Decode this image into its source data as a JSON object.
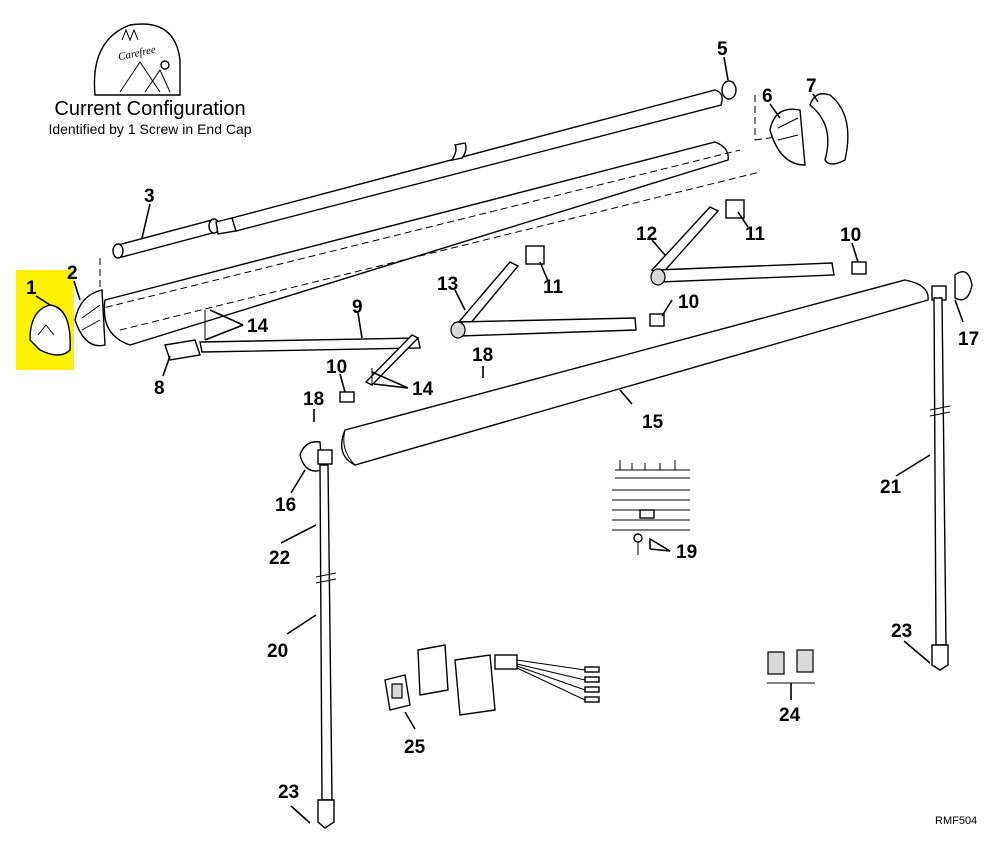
{
  "caption": {
    "title": "Current Configuration",
    "subtitle": "Identified by 1 Screw in End Cap",
    "logo_text": "Carefree"
  },
  "diagram_code": "RMF504",
  "highlight_color": "#fff200",
  "callouts": [
    {
      "id": "c1",
      "label": "1",
      "highlighted": true
    },
    {
      "id": "c2",
      "label": "2"
    },
    {
      "id": "c3",
      "label": "3"
    },
    {
      "id": "c5",
      "label": "5"
    },
    {
      "id": "c6",
      "label": "6"
    },
    {
      "id": "c7",
      "label": "7"
    },
    {
      "id": "c8",
      "label": "8"
    },
    {
      "id": "c9",
      "label": "9"
    },
    {
      "id": "c10a",
      "label": "10"
    },
    {
      "id": "c10b",
      "label": "10"
    },
    {
      "id": "c10c",
      "label": "10"
    },
    {
      "id": "c11a",
      "label": "11"
    },
    {
      "id": "c11b",
      "label": "11"
    },
    {
      "id": "c12",
      "label": "12"
    },
    {
      "id": "c13",
      "label": "13"
    },
    {
      "id": "c14a",
      "label": "14"
    },
    {
      "id": "c14b",
      "label": "14"
    },
    {
      "id": "c15",
      "label": "15"
    },
    {
      "id": "c16",
      "label": "16"
    },
    {
      "id": "c17",
      "label": "17"
    },
    {
      "id": "c18a",
      "label": "18"
    },
    {
      "id": "c18b",
      "label": "18"
    },
    {
      "id": "c19",
      "label": "19"
    },
    {
      "id": "c20",
      "label": "20"
    },
    {
      "id": "c21",
      "label": "21"
    },
    {
      "id": "c22",
      "label": "22"
    },
    {
      "id": "c23a",
      "label": "23"
    },
    {
      "id": "c23b",
      "label": "23"
    },
    {
      "id": "c24",
      "label": "24"
    },
    {
      "id": "c25",
      "label": "25"
    }
  ]
}
